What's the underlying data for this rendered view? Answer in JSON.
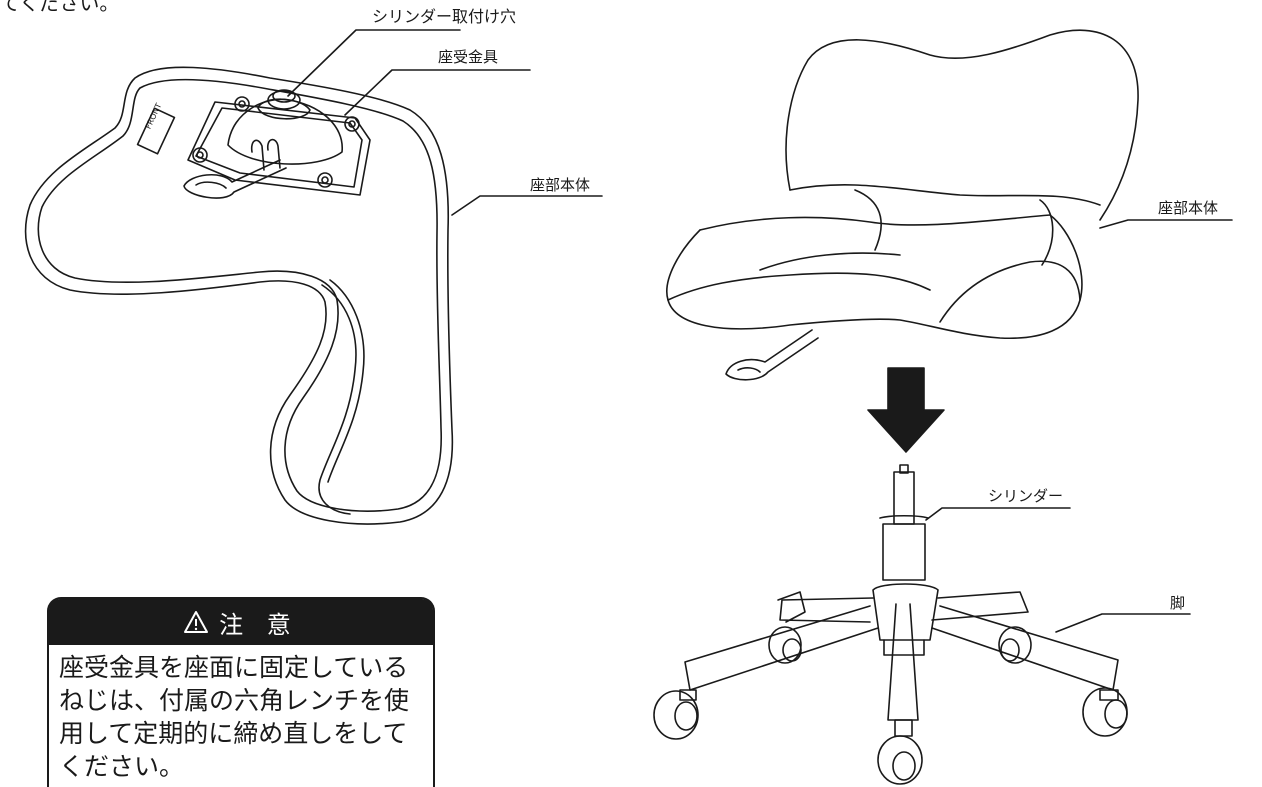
{
  "labels": {
    "cylinder_hole": "シリンダー取付け穴",
    "seat_bracket": "座受金具",
    "seat_body_left": "座部本体",
    "seat_body_right": "座部本体",
    "cylinder": "シリンダー",
    "leg": "脚",
    "front_mark": "FRONT"
  },
  "caution": {
    "title": "注 意",
    "lines": [
      "座受金具を座面に固定している",
      "ねじは、付属の六角レンチを使",
      "用して定期的に締め直しをして",
      "ください。"
    ]
  },
  "top_fragment": "てください。",
  "colors": {
    "ink": "#1a1a1a",
    "background": "#ffffff"
  },
  "icons": [
    "warning-triangle-icon",
    "down-arrow-icon"
  ]
}
